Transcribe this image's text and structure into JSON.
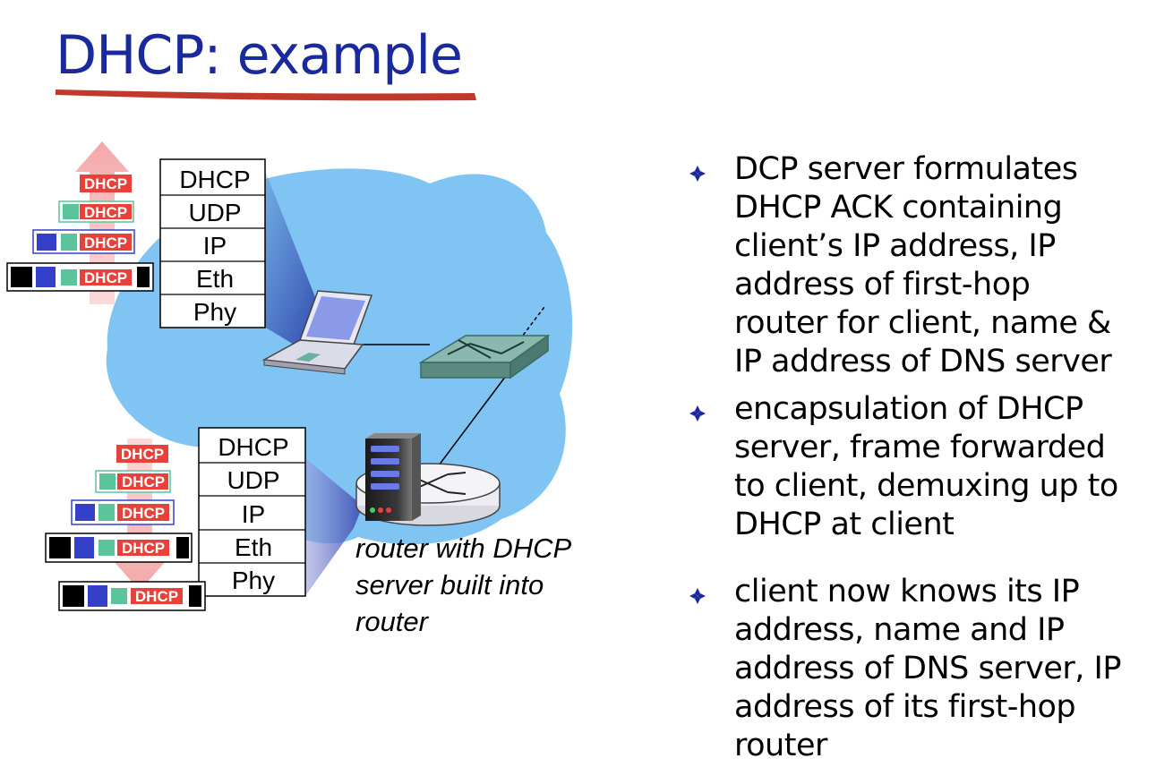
{
  "title": "DHCP: example",
  "colors": {
    "title": "#1a2a9c",
    "underline": "#c0392b",
    "cloud": "#80c4f4",
    "dhcp_red": "#e8413a",
    "udp_green": "#5cc49a",
    "ip_blue": "#3540c8"
  },
  "client_stack": [
    "DHCP",
    "UDP",
    "IP",
    "Eth",
    "Phy"
  ],
  "server_stack": [
    "DHCP",
    "UDP",
    "IP",
    "Eth",
    "Phy"
  ],
  "packet_label": "DHCP",
  "caption_lines": [
    "router with DHCP",
    "server built into",
    "router"
  ],
  "bullets": [
    [
      "DCP server formulates",
      "DHCP ACK containing",
      "client’s IP address, IP",
      "address of first-hop",
      "router for client, name &",
      "IP address of DNS server"
    ],
    [
      "encapsulation of DHCP",
      "server, frame forwarded",
      "to client, demuxing up to",
      "DHCP at client"
    ],
    [
      "client now knows its IP",
      "address, name and IP",
      "address of DNS server, IP",
      "address of its first-hop",
      "router"
    ]
  ],
  "icons": [
    "diamond-bullet-icon",
    "laptop-icon",
    "switch-icon",
    "router-icon",
    "server-icon",
    "up-arrow-icon",
    "down-arrow-icon"
  ]
}
